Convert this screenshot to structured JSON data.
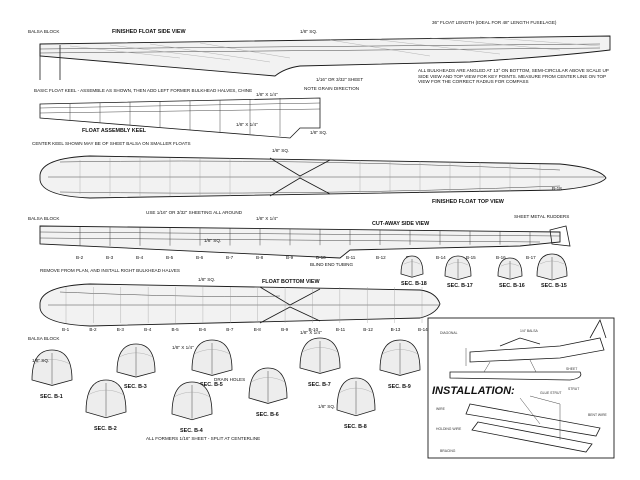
{
  "header": {
    "float_length_note": "36\" FLOAT LENGTH (IDEAL FOR 48\" LENGTH FUSELAGE)"
  },
  "side_view": {
    "balsa_block": "BALSA BLOCK",
    "title": "FINISHED FLOAT SIDE VIEW",
    "sq": "1/8\" SQ.",
    "sheet": "1/16\" OR 3/32\" SHEET",
    "grain": "NOTE GRAIN DIRECTION"
  },
  "bulkhead_note": "ALL BULKHEADS ARE ANGLED AT 13° ON BOTTOM, SEMI-CIRCULAR ABOVE SCALE UP SIDE VIEW AND TOP VIEW FOR KEY POINTS. MEASURE FROM CENTER LINE ON TOP VIEW FOR THE CORRECT RADIUS FOR COMPASS",
  "keel": {
    "basic_note": "BASIC FLOAT KEEL - ASSEMBLE AS SHOWN, THEN ADD LEFT FORMER BULKHEAD HALVES, CHINE",
    "strip_a": "1/8\" X 1/4\"",
    "strip_b": "1/8\" X 1/4\"",
    "sq": "1/8\" SQ.",
    "title": "FLOAT ASSEMBLY KEEL",
    "center_note": "CENTER KEEL SHOWN MAY BE OF SHEET BALSA ON SMALLER FLOATS"
  },
  "top_view": {
    "sq": "1/8\" SQ.",
    "title": "FINISHED FLOAT TOP VIEW",
    "station": "B-18",
    "sheeting": "USE 1/16\" OR 3/32\" SHEETING ALL AROUND"
  },
  "cutaway": {
    "balsa_block": "BALSA BLOCK",
    "strip": "1/8\" X 1/4\"",
    "title": "CUT-AWAY SIDE VIEW",
    "rudders": "SHEET METAL RUDDERS",
    "sq": "1/8\" SQ.",
    "tubing": "BLIND END TUBING",
    "remove_note": "REMOVE FROM PLAN, AND INSTALL RIGHT BULKHEAD HALVES",
    "stations": [
      "B-2",
      "B-3",
      "B-4",
      "B-5",
      "B-6",
      "B-7",
      "B-8",
      "B-9",
      "B-10",
      "B-11",
      "B-12",
      "B-13",
      "B-14",
      "B-15",
      "B-16",
      "B-17"
    ]
  },
  "rear_sections": [
    {
      "label": "SEC. B-18"
    },
    {
      "label": "SEC. B-17"
    },
    {
      "label": "SEC. B-16"
    },
    {
      "label": "SEC. B-15"
    }
  ],
  "bottom_view": {
    "sq": "1/8\" SQ.",
    "title": "FLOAT BOTTOM VIEW",
    "balsa_block": "BALSA BLOCK",
    "strip": "1/8\" X 1/4\"",
    "stations": [
      "B-1",
      "B-2",
      "B-3",
      "B-4",
      "B-5",
      "B-6",
      "B-7",
      "B-8",
      "B-9",
      "B-10",
      "B-11",
      "B-12",
      "B-13",
      "B-14"
    ]
  },
  "front_sections": {
    "sq_a": "1/8\" SQ.",
    "sq_b": "1/8\" SQ.",
    "strip": "1/8\" X 1/4\"",
    "drain": "DRAIN HOLES",
    "formers_note": "ALL FORMERS 1/16\" SHEET - SPLIT AT CENTERLINE",
    "items": [
      {
        "label": "SEC. B-1"
      },
      {
        "label": "SEC. B-2"
      },
      {
        "label": "SEC. B-3"
      },
      {
        "label": "SEC. B-5"
      },
      {
        "label": "SEC. B-4"
      },
      {
        "label": "SEC. B-6"
      },
      {
        "label": "SEC. B-7"
      },
      {
        "label": "SEC. B-8"
      },
      {
        "label": "SEC. B-9"
      }
    ]
  },
  "installation": {
    "title": "INSTALLATION:"
  },
  "colors": {
    "ink": "#1a1a1a",
    "paper": "#ffffff",
    "balsa_fill": "#f2f2f2"
  }
}
